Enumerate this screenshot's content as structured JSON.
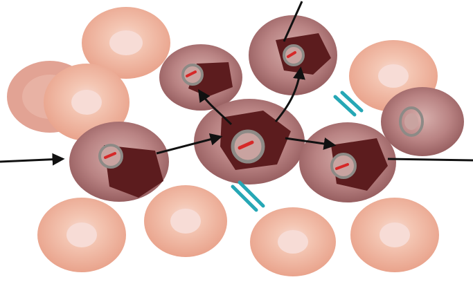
{
  "diagram": {
    "colors": {
      "background": "#ffffff",
      "healthy_cell_outer": "#e9a38c",
      "healthy_cell_inner": "#f4c6b3",
      "healthy_cell_center": "#f7dcd6",
      "infected_cell_outer": "#9a5e60",
      "infected_cell_mid": "#b98383",
      "infected_cell_light": "#d8b0ad",
      "infection_mass": "#5c1c1e",
      "vacuole_ring": "#8d8a86",
      "vacuole_fill": "#c9a3a0",
      "parasite_red": "#d62828",
      "antibody_cyan": "#26a7b5",
      "arrow": "#111111"
    },
    "cells": {
      "healthy": [
        "top-left",
        "left-1",
        "left-2",
        "right-top",
        "bottom-1",
        "bottom-2",
        "bottom-3",
        "bottom-4"
      ],
      "infected": [
        "top-center",
        "upper-left",
        "center",
        "lower-left",
        "right",
        "far-right"
      ]
    },
    "arrows": [
      "entry",
      "lower-left-to-center",
      "center-to-upper-left",
      "center-to-top-center",
      "center-to-right",
      "top-exit",
      "right-exit"
    ],
    "antibody_markers": [
      "upper-right",
      "lower-center"
    ]
  }
}
